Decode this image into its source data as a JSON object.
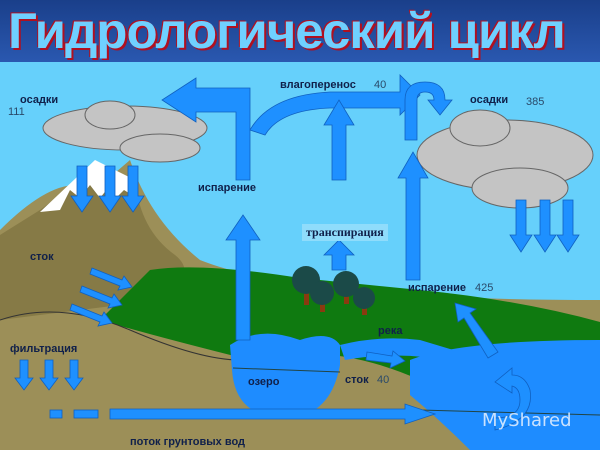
{
  "title": "Гидрологический   цикл",
  "labels": {
    "precip_left": "осадки",
    "precip_left_value": "111",
    "moisture_transfer": "влагоперенос",
    "moisture_transfer_value": "40",
    "precip_right": "осадки",
    "precip_right_value": "385",
    "evaporation_land": "испарение",
    "transpiration": "транспирация",
    "runoff_slope": "сток",
    "evaporation_ocean": "испарение",
    "evaporation_ocean_value": "425",
    "river": "река",
    "infiltration": "фильтрация",
    "lake": "озеро",
    "runoff_river": "сток",
    "runoff_river_value": "40",
    "groundwater_flow": "поток грунтовых вод"
  },
  "watermark": "MyShared",
  "colors": {
    "sky": "#66d0fb",
    "arrow": "#1e90ff",
    "ground": "#9c8f58",
    "grass": "#0f7a10",
    "water": "#1e8cff",
    "cloud": "#c4c4c4"
  }
}
